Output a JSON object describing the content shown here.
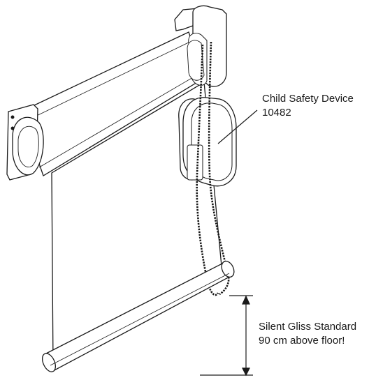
{
  "labels": {
    "device_name": "Child Safety Device",
    "device_code": "10482",
    "height_line1": "Silent Gliss Standard",
    "height_line2": "90 cm above floor!"
  },
  "colors": {
    "ink": "#1a1a1a",
    "background": "#ffffff"
  }
}
